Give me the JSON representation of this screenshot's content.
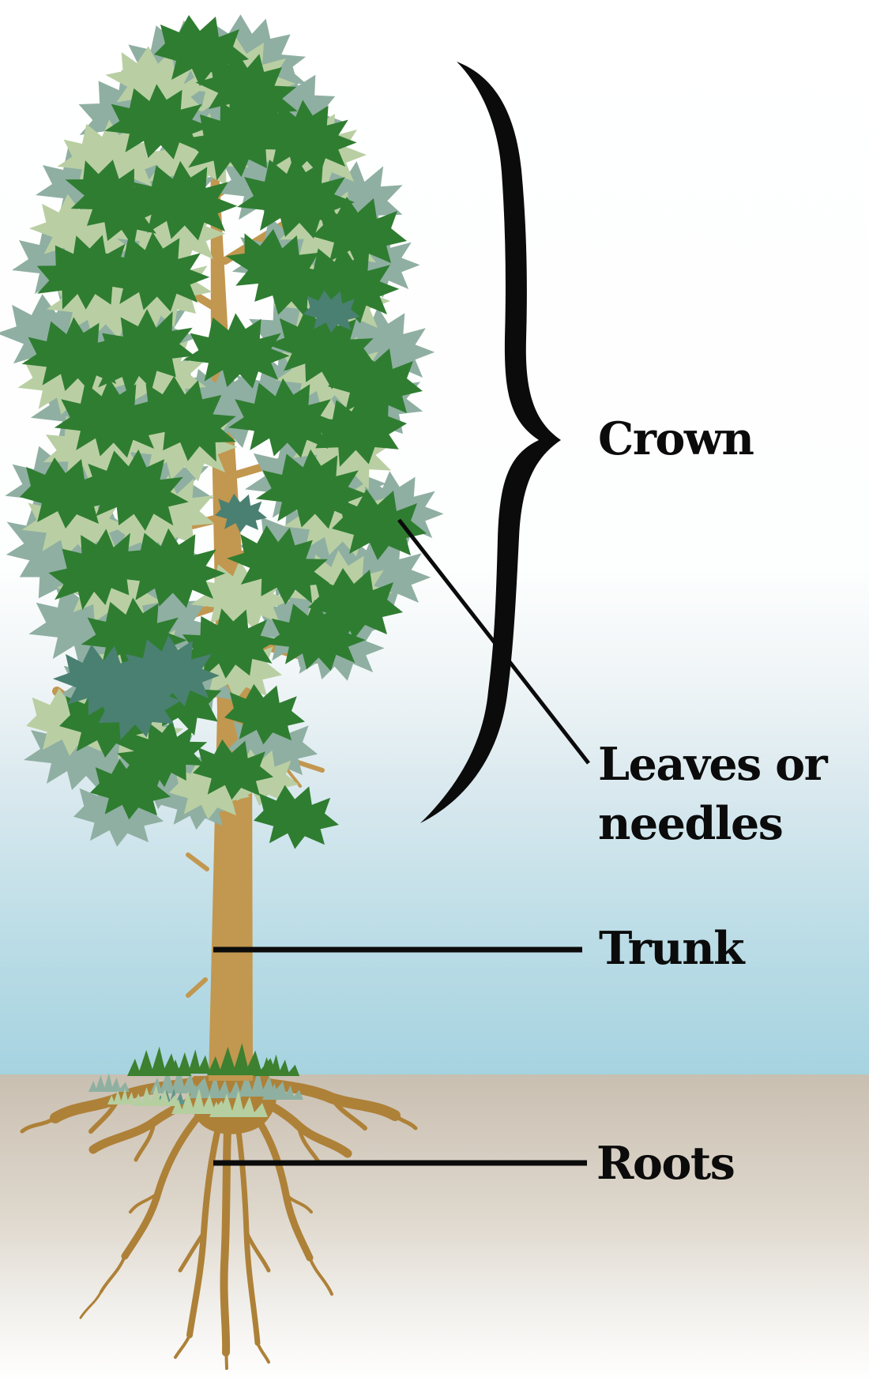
{
  "diagram": {
    "labels": {
      "crown": "Crown",
      "leaves_line1": "Leaves or",
      "leaves_line2": "needles",
      "trunk": "Trunk",
      "roots": "Roots"
    },
    "colors": {
      "sky_top": "#ffffff",
      "sky_bottom": "#a6d3e0",
      "ground_top": "#c8bfb1",
      "ground_bottom": "#ffffff",
      "foliage_dark": "#2f7d31",
      "foliage_sage": "#8fafa2",
      "foliage_light": "#b9cfa3",
      "foliage_teal": "#4a8071",
      "trunk": "#c2974f",
      "roots": "#ae8138",
      "grass_dark": "#3c8030",
      "grass_sage": "#8fb0a0",
      "grass_light": "#b5cfa0",
      "grass_teal": "#5f948a",
      "annotation": "#0b0b0b"
    }
  }
}
